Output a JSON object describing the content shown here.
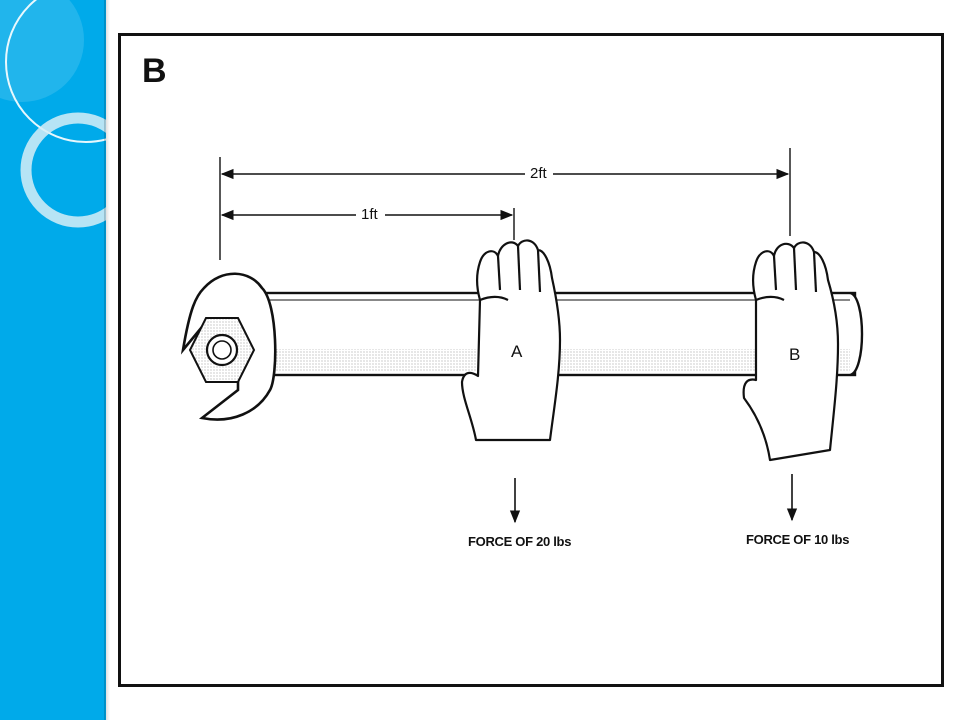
{
  "theme": {
    "sidebar_color": "#00aaea",
    "frame_color": "#111111",
    "sidebar_ornament": "ring-circles"
  },
  "diagram": {
    "panel_letter": "B",
    "dimensions": {
      "long": "2ft",
      "short": "1ft"
    },
    "hands": {
      "a": "A",
      "b": "B"
    },
    "forces": {
      "a": "FORCE OF 20 lbs",
      "b": "FORCE OF 10 lbs"
    }
  }
}
